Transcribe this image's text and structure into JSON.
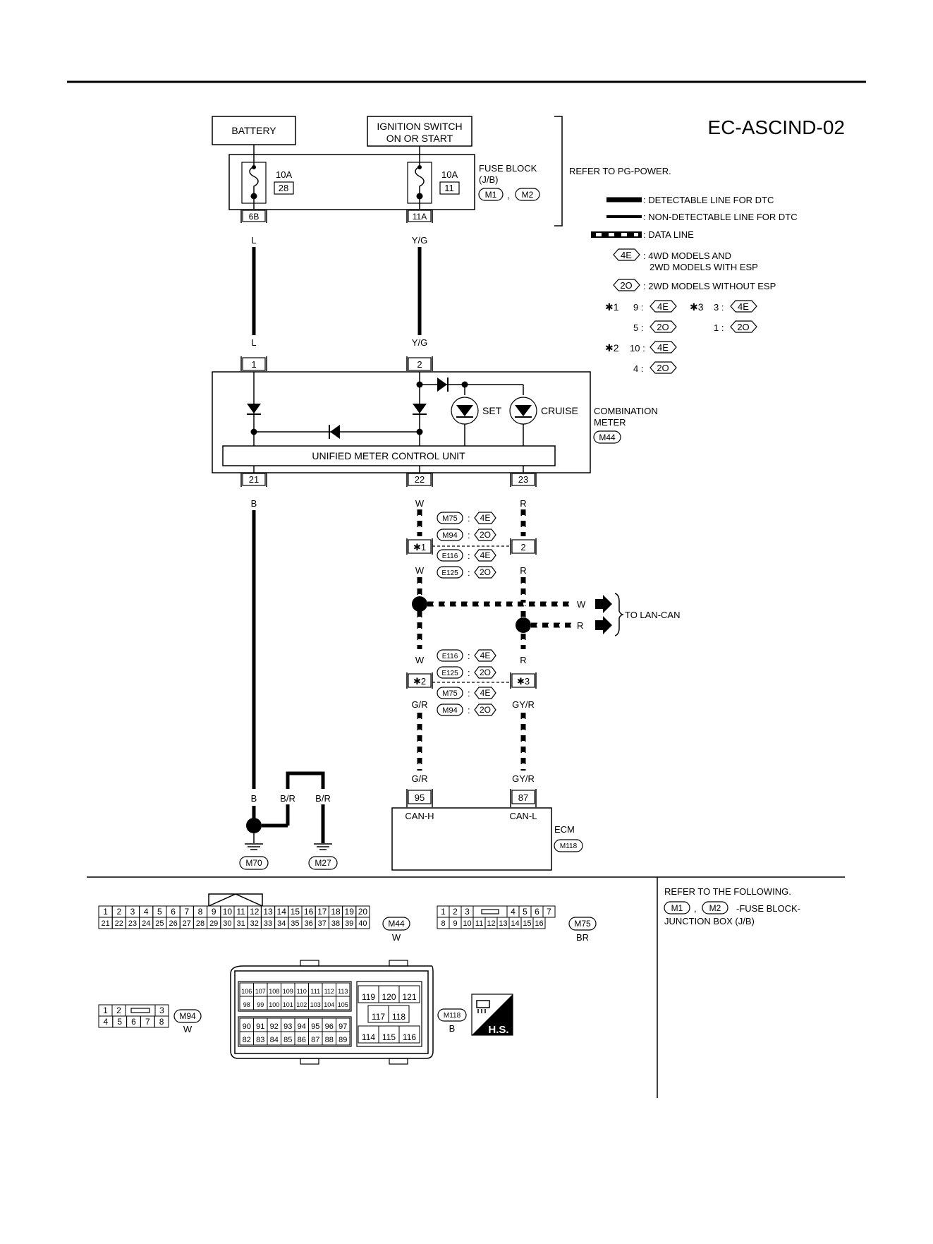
{
  "header": {
    "diagram_code": "EC-ASCIND-02"
  },
  "components": {
    "battery": "BATTERY",
    "ignition_switch_line1": "IGNITION SWITCH",
    "ignition_switch_line2": "ON OR START",
    "fuse_block_line1": "FUSE BLOCK",
    "fuse_block_line2": "(J/B)",
    "fuse_block_connector_a": "M1",
    "fuse_block_connector_b": "M2",
    "fuse_left_rating": "10A",
    "fuse_left_number": "28",
    "fuse_right_rating": "10A",
    "fuse_right_number": "11",
    "fuse_left_terminal": "6B",
    "fuse_right_terminal": "11A",
    "refer_pg_power": "REFER TO PG-POWER.",
    "combination_meter_line1": "COMBINATION",
    "combination_meter_line2": "METER",
    "combination_meter_connector": "M44",
    "unified_meter": "UNIFIED METER CONTROL UNIT",
    "set_lamp": "SET",
    "cruise_lamp": "CRUISE",
    "ecm": "ECM",
    "ecm_connector": "M118",
    "can_h": "CAN-H",
    "can_l": "CAN-L",
    "to_lan_can": "TO LAN-CAN",
    "ground_left": "M70",
    "ground_right": "M27"
  },
  "legend": {
    "detectable": ": DETECTABLE LINE FOR DTC",
    "non_detectable": ": NON-DETECTABLE LINE FOR DTC",
    "data_line": ": DATA LINE",
    "tag_4e": "4E",
    "tag_2o": "2O",
    "desc_4e_line1": ": 4WD MODELS AND",
    "desc_4e_line2": "2WD MODELS WITH ESP",
    "desc_2o": ": 2WD MODELS WITHOUT ESP",
    "star1": "✱1",
    "star2": "✱2",
    "star3": "✱3",
    "star1_4e": "9 :",
    "star1_2o": "5 :",
    "star2_4e": "10 :",
    "star2_2o": "4 :",
    "star3_4e": "3 :",
    "star3_2o": "1 :"
  },
  "wires": {
    "L": "L",
    "YG": "Y/G",
    "B": "B",
    "W": "W",
    "R": "R",
    "GR": "G/R",
    "GYR": "GY/R",
    "BR": "B/R"
  },
  "terminals": {
    "meter_1": "1",
    "meter_2": "2",
    "meter_21": "21",
    "meter_22": "22",
    "meter_23": "23",
    "joint_2": "2",
    "star1": "✱1",
    "star2": "✱2",
    "star3": "✱3",
    "ecm_95": "95",
    "ecm_87": "87"
  },
  "connector_refs": {
    "m75": "M75",
    "m94": "M94",
    "e116": "E116",
    "e125": "E125",
    "colon": ":"
  },
  "connector_views": {
    "m44": {
      "label": "M44",
      "color": "W",
      "row1": [
        "1",
        "2",
        "3",
        "4",
        "5",
        "6",
        "7",
        "8",
        "9",
        "10",
        "11",
        "12",
        "13",
        "14",
        "15",
        "16",
        "17",
        "18",
        "19",
        "20"
      ],
      "row2": [
        "21",
        "22",
        "23",
        "24",
        "25",
        "26",
        "27",
        "28",
        "29",
        "30",
        "31",
        "32",
        "33",
        "34",
        "35",
        "36",
        "37",
        "38",
        "39",
        "40"
      ]
    },
    "m75": {
      "label": "M75",
      "color": "BR",
      "row1": [
        "1",
        "2",
        "3",
        "4",
        "5",
        "6",
        "7"
      ],
      "row2": [
        "8",
        "9",
        "10",
        "11",
        "12",
        "13",
        "14",
        "15",
        "16"
      ]
    },
    "m94": {
      "label": "M94",
      "color": "W",
      "row1": [
        "1",
        "2",
        "3"
      ],
      "row2": [
        "4",
        "5",
        "6",
        "7",
        "8"
      ]
    },
    "m118": {
      "label": "M118",
      "color": "B",
      "upper_row1": [
        "106",
        "107",
        "108",
        "109",
        "110",
        "111",
        "112",
        "113"
      ],
      "upper_row2": [
        "98",
        "99",
        "100",
        "101",
        "102",
        "103",
        "104",
        "105"
      ],
      "lower_row1": [
        "90",
        "91",
        "92",
        "93",
        "94",
        "95",
        "96",
        "97"
      ],
      "lower_row2": [
        "82",
        "83",
        "84",
        "85",
        "86",
        "87",
        "88",
        "89"
      ],
      "right_row1": [
        "119",
        "120",
        "121"
      ],
      "right_row2": [
        "117",
        "118"
      ],
      "right_row3": [
        "114",
        "115",
        "116"
      ]
    },
    "hs_label": "H.S."
  },
  "refer_following": {
    "line1": "REFER TO THE FOLLOWING.",
    "m1": "M1",
    "m2": "M2",
    "comma": ",",
    "line2_suffix": "-FUSE BLOCK-",
    "line3": "JUNCTION BOX (J/B)"
  }
}
